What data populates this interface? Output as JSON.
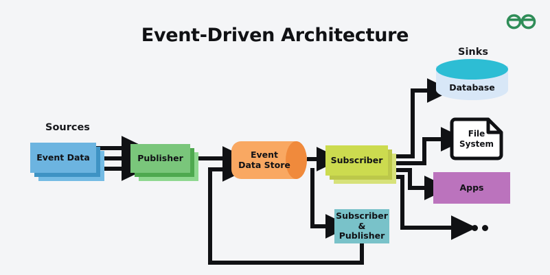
{
  "diagram": {
    "title": "Event-Driven Architecture",
    "background_color": "#f4f5f7",
    "connector_color": "#101114",
    "groups": {
      "sources_label": "Sources",
      "sinks_label": "Sinks"
    },
    "nodes": {
      "event_data": {
        "label": "Event Data",
        "color": "#6cb4e0",
        "shape": "stacked-card"
      },
      "publisher": {
        "label": "Publisher",
        "color": "#7ac67b",
        "shape": "stacked-card"
      },
      "event_store": {
        "label": "Event\nData Store",
        "color": "#f9a862",
        "shape": "cylinder-horizontal"
      },
      "subscriber": {
        "label": "Subscriber",
        "color": "#ccdb4f",
        "shape": "stacked-card"
      },
      "subscriber_publisher": {
        "label": "Subscriber\n& Publisher",
        "color": "#79c2c9",
        "shape": "rectangle"
      },
      "database": {
        "label": "Database",
        "color": "#2dbdd4",
        "shape": "cylinder-vertical"
      },
      "file_system": {
        "label": "File\nSystem",
        "color": "#ffffff",
        "shape": "document"
      },
      "apps": {
        "label": "Apps",
        "color": "#bb73bd",
        "shape": "rectangle"
      },
      "more": {
        "label": "•••",
        "shape": "ellipsis"
      }
    },
    "edges": [
      {
        "from": "event_data",
        "to": "publisher",
        "count": 3
      },
      {
        "from": "publisher",
        "to": "event_store",
        "count": 1
      },
      {
        "from": "event_store",
        "to": "subscriber",
        "count": 1
      },
      {
        "from": "event_store",
        "to": "subscriber_publisher",
        "count": 1
      },
      {
        "from": "subscriber_publisher",
        "to": "event_store",
        "count": 1,
        "style": "feedback-loop"
      },
      {
        "from": "subscriber",
        "to": "database",
        "count": 1
      },
      {
        "from": "subscriber",
        "to": "file_system",
        "count": 1
      },
      {
        "from": "subscriber",
        "to": "apps",
        "count": 1
      },
      {
        "from": "subscriber",
        "to": "more",
        "count": 1
      }
    ]
  },
  "branding": {
    "logo_name": "geeksforgeeks-logo",
    "logo_color": "#2f8d58"
  }
}
